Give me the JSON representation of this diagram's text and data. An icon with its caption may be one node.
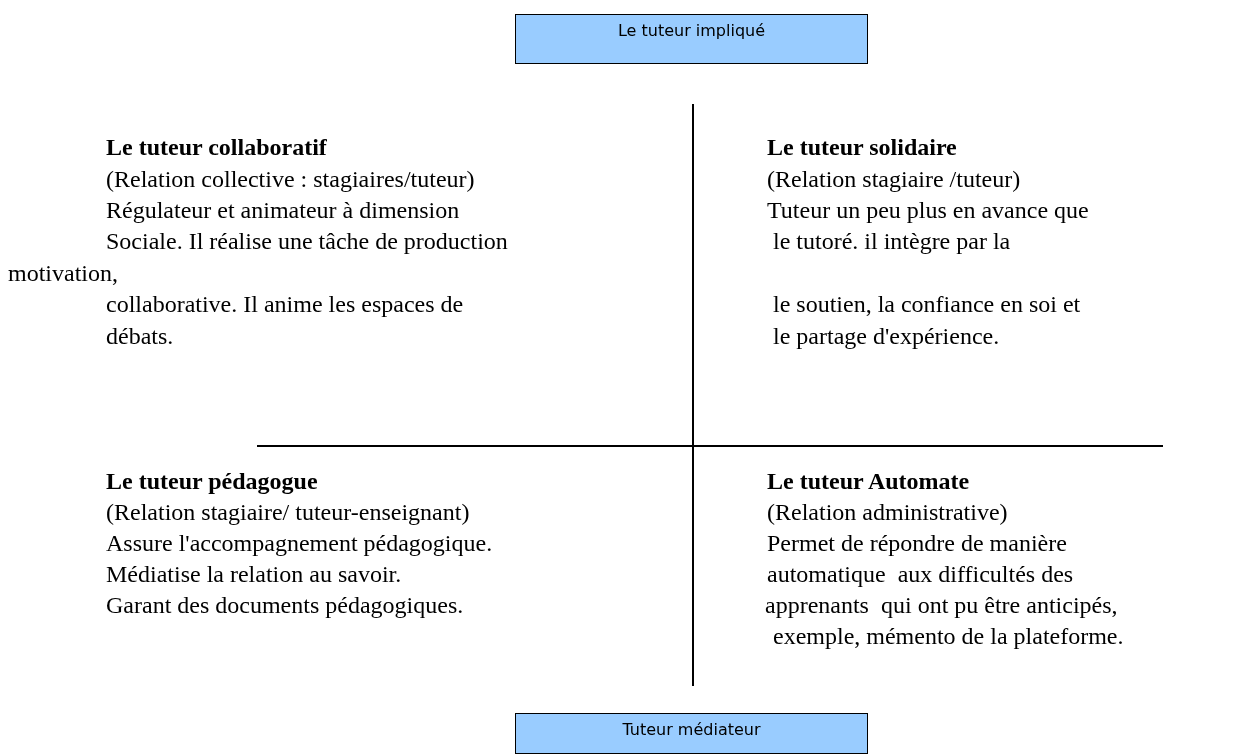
{
  "diagram": {
    "nodes": [
      {
        "text": [
          "Le tuteur impliqué"
        ]
      },
      {
        "text": [
          "Tuteur médiateur"
        ]
      }
    ],
    "labels": [
      "Le tuteur collaboratif",
      "Le tuteur solidaire",
      "(Relation collective : stagiaires/tuteur)",
      "(Relation stagiaire /tuteur)",
      "Régulateur et animateur à dimension",
      "Tuteur un peu plus en avance que",
      "Sociale. Il réalise une tâche de production",
      "le tutoré. il intègre par la",
      "motivation,",
      "collaborative. Il anime les espaces de",
      "le soutien, la confiance en soi et",
      "débats.",
      "le partage d'expérience.",
      "Le tuteur pédagogue",
      "Le tuteur Automate",
      "(Relation stagiaire/ tuteur-enseignant)",
      "(Relation administrative)",
      "Assure l'accompagnement pédagogique.",
      "Permet de répondre de manière",
      "Médiatise la relation au savoir.",
      "automatique  aux difficultés des",
      "Garant des documents pédagogiques.",
      "apprenants  qui ont pu être anticipés,",
      "exemple, mémento de la plateforme."
    ]
  }
}
